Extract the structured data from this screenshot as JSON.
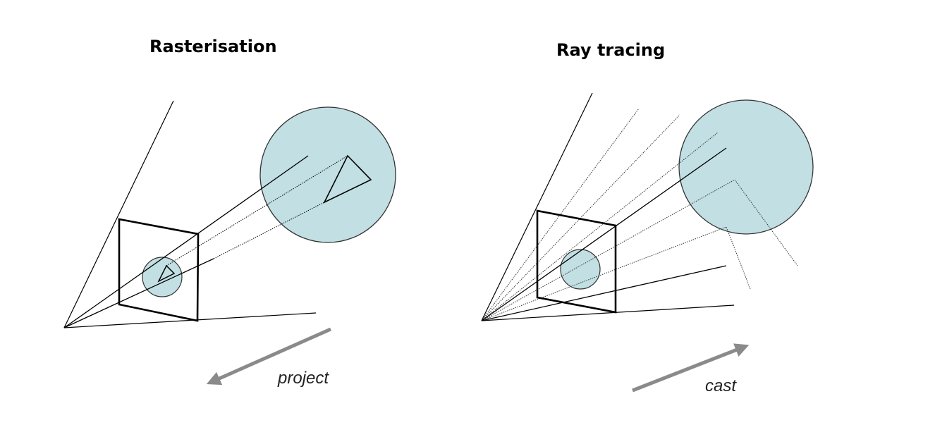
{
  "titles": {
    "left": "Rasterisation",
    "right": "Ray tracing"
  },
  "labels": {
    "left_arrow": "project",
    "right_arrow": "cast"
  },
  "colors": {
    "sphere_fill": "#c2dfe3",
    "arrow": "#8a8a8a",
    "line": "#000000"
  }
}
